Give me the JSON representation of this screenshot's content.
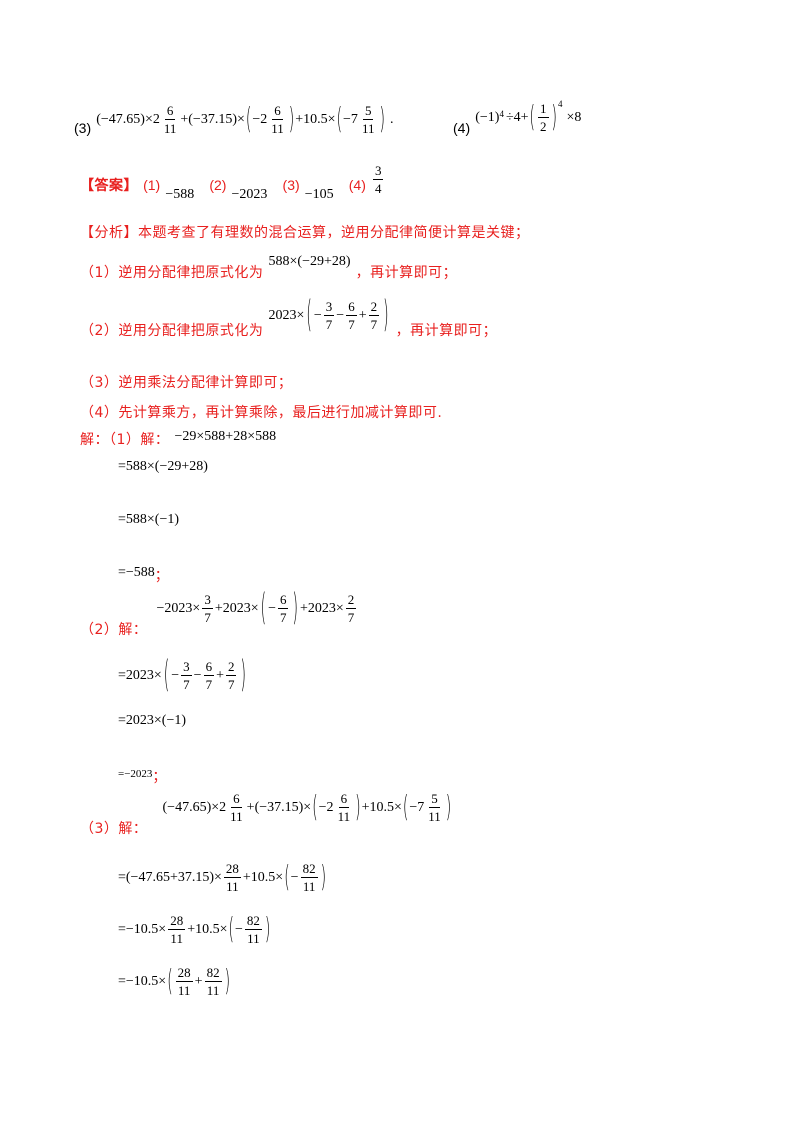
{
  "problem3": {
    "label": "(3)",
    "a": "(−47.65)×2",
    "f1n": "6",
    "f1d": "11",
    "b": "+(−37.15)×",
    "c": "−2",
    "f2n": "6",
    "f2d": "11",
    "d": "+10.5×",
    "e": "−7",
    "f3n": "5",
    "f3d": "11",
    "end": "."
  },
  "problem4": {
    "label": "(4)",
    "a": "(−1)",
    "exp1": "4",
    "b": "÷4+",
    "fn": "1",
    "fd": "2",
    "exp2": "4",
    "c": "×8"
  },
  "answer": {
    "tag": "【答案】",
    "l1": "(1)",
    "v1": "−588",
    "l2": "(2)",
    "v2": "−2023",
    "l3": "(3)",
    "v3": "−105",
    "l4": "(4)",
    "v4n": "3",
    "v4d": "4"
  },
  "analysis": {
    "intro": "【分析】本题考查了有理数的混合运算，逆用分配律简便计算是关键；",
    "item1_pre": "（1）逆用分配律把原式化为",
    "item1_math": "588×(−29+28)",
    "item1_post": "，再计算即可；",
    "item2_pre": "（2）逆用分配律把原式化为",
    "item2_a": "2023×",
    "item2_post": "，再计算即可；",
    "item3": "（3）逆用乘法分配律计算即可；",
    "item4": "（4）先计算乘方，再计算乘除，最后进行加减计算即可."
  },
  "solution": {
    "head": "解：（1）解：",
    "s1_expr": "−29×588+28×588",
    "s1_l1": "=588×(−29+28)",
    "s1_l2": "=588×(−1)",
    "s1_l3": "=−588",
    "semi": "；",
    "s2_label": "（2）解：",
    "s2_a": "−2023×",
    "s2_b": "+2023×",
    "s2_c": "+2023×",
    "s2_l1_a": "=2023×",
    "s2_l2": "=2023×(−1)",
    "s2_l3": "=−2023",
    "s3_label": "（3）解：",
    "s3_l1_a": "=(−47.65+37.15)×",
    "s3_l1_b": "+10.5×",
    "s3_l2_a": "=−10.5×",
    "s3_l2_b": "+10.5×",
    "s3_l3_a": "=−10.5×",
    "fr": {
      "three": "3",
      "six": "6",
      "two": "2",
      "seven": "7",
      "n28": "28",
      "n82": "82",
      "n11": "11",
      "plus": "+",
      "minus": "−"
    }
  }
}
